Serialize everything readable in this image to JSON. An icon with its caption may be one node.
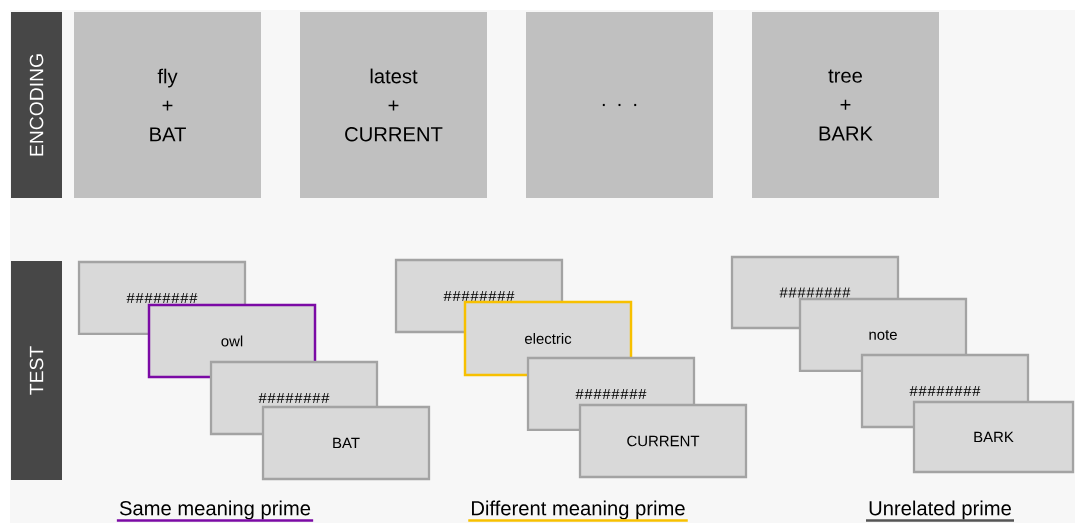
{
  "diagram": {
    "nodes": [
      {
        "text": [
          "ENCODING"
        ]
      },
      {
        "text": [
          "fly + BAT"
        ]
      },
      {
        "text": [
          "latest + CURRENT"
        ]
      },
      {
        "text": [
          ". . ."
        ]
      },
      {
        "text": [
          "tree + BARK"
        ]
      },
      {
        "text": [
          "TEST"
        ]
      },
      {
        "text": [
          "########"
        ]
      },
      {
        "text": [
          "owl"
        ]
      },
      {
        "text": [
          "########"
        ]
      },
      {
        "text": [
          "BAT"
        ]
      },
      {
        "text": [
          "########"
        ]
      },
      {
        "text": [
          "electric"
        ]
      },
      {
        "text": [
          "########"
        ]
      },
      {
        "text": [
          "CURRENT"
        ]
      },
      {
        "text": [
          "########"
        ]
      },
      {
        "text": [
          "note"
        ]
      },
      {
        "text": [
          "########"
        ]
      },
      {
        "text": [
          "BARK"
        ]
      }
    ],
    "edges": [],
    "labels": [
      "Same meaning prime",
      "Different meaning prime",
      "Unrelated prime"
    ]
  }
}
